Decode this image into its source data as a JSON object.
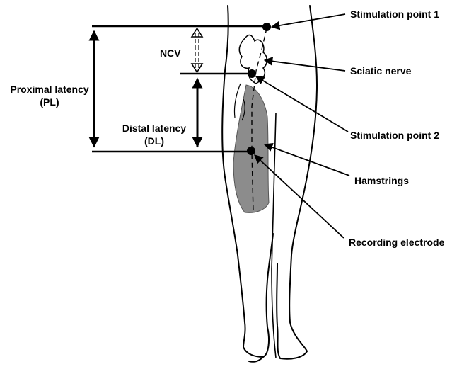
{
  "labels": {
    "stim1": "Stimulation point 1",
    "sciatic": "Sciatic nerve",
    "stim2": "Stimulation point 2",
    "hamstrings": "Hamstrings",
    "recording": "Recording electrode",
    "ncv": "NCV",
    "pl_line1": "Proximal latency",
    "pl_line2": "(PL)",
    "dl_line1": "Distal latency",
    "dl_line2": "(DL)"
  },
  "colors": {
    "ink": "#000000",
    "muscle": "#8c8c8c",
    "background": "#ffffff"
  }
}
